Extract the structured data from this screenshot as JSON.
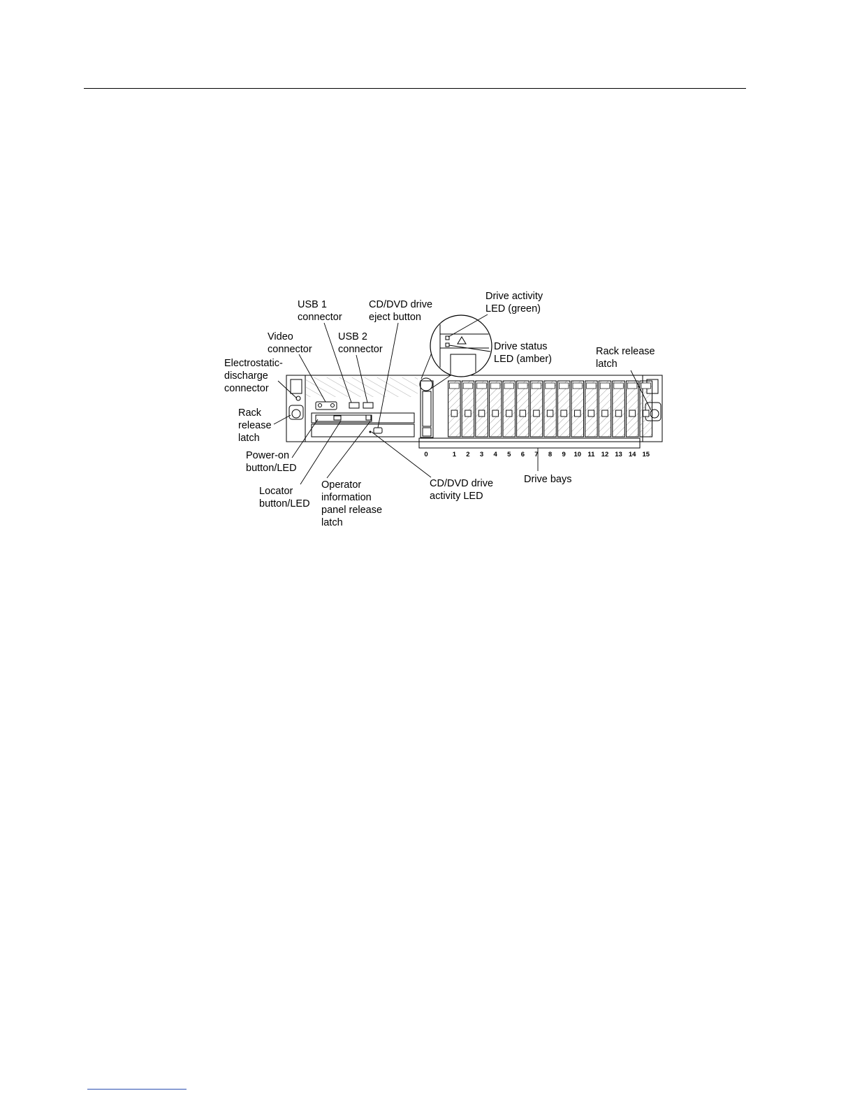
{
  "figure": {
    "callouts": {
      "usb1": [
        "USB 1",
        "connector"
      ],
      "cd_eject": [
        "CD/DVD drive",
        "eject button"
      ],
      "drive_activity": [
        "Drive activity",
        "LED (green)"
      ],
      "video": [
        "Video",
        "connector"
      ],
      "usb2": [
        "USB 2",
        "connector"
      ],
      "drive_status": [
        "Drive status",
        "LED (amber)"
      ],
      "rack_release_right": [
        "Rack release",
        "latch"
      ],
      "esd": [
        "Electrostatic-",
        "discharge",
        "connector"
      ],
      "rack_release_left": [
        "Rack",
        "release",
        "latch"
      ],
      "power_on": [
        "Power-on",
        "button/LED"
      ],
      "locator": [
        "Locator",
        "button/LED"
      ],
      "op_panel": [
        "Operator",
        "information",
        "panel release",
        "latch"
      ],
      "cd_activity": [
        "CD/DVD drive",
        "activity LED"
      ],
      "drive_bays": [
        "Drive bays"
      ]
    },
    "bay_numbers": [
      "0",
      "1",
      "2",
      "3",
      "4",
      "5",
      "6",
      "7",
      "8",
      "9",
      "10",
      "11",
      "12",
      "13",
      "14",
      "15"
    ]
  }
}
